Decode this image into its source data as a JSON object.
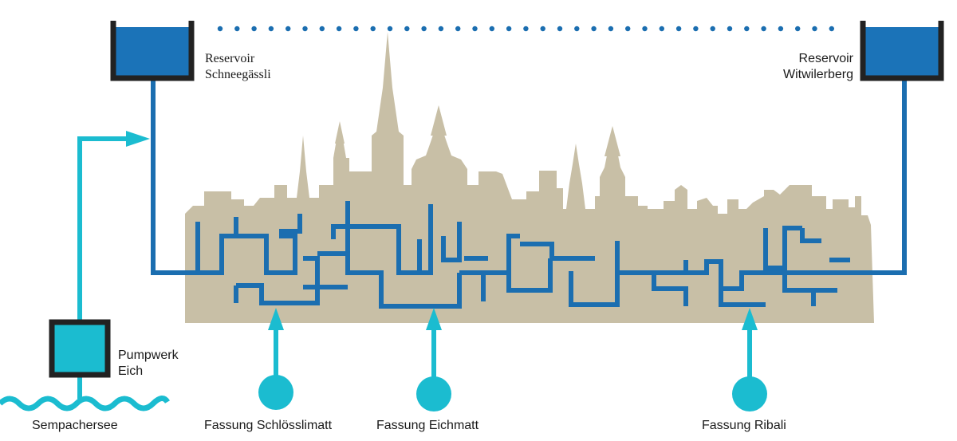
{
  "colors": {
    "background": "#ffffff",
    "skyline": "#c8bfa6",
    "network_blue": "#1b6eb0",
    "reservoir_water": "#1b73b8",
    "reservoir_frame": "#222222",
    "supply_cyan": "#1bbcd0",
    "pump_fill": "#1bbcd0",
    "lake_wave": "#1bbcd0",
    "text": "#1a1a1a"
  },
  "reservoirs": [
    {
      "name": "Reservoir Schneegässli",
      "line1": "Reservoir",
      "line2": "Schneegässli",
      "water_level": 0.7
    },
    {
      "name": "Reservoir Witwilerberg",
      "line1": "Reservoir",
      "line2": "Witwilerberg",
      "water_level": 0.7
    }
  ],
  "pump": {
    "line1": "Pumpwerk",
    "line2": "Eich"
  },
  "lake": {
    "label": "Sempachersee"
  },
  "sources": [
    {
      "label": "Fassung Schlösslimatt"
    },
    {
      "label": "Fassung Eichmatt"
    },
    {
      "label": "Fassung Ribali"
    }
  ]
}
